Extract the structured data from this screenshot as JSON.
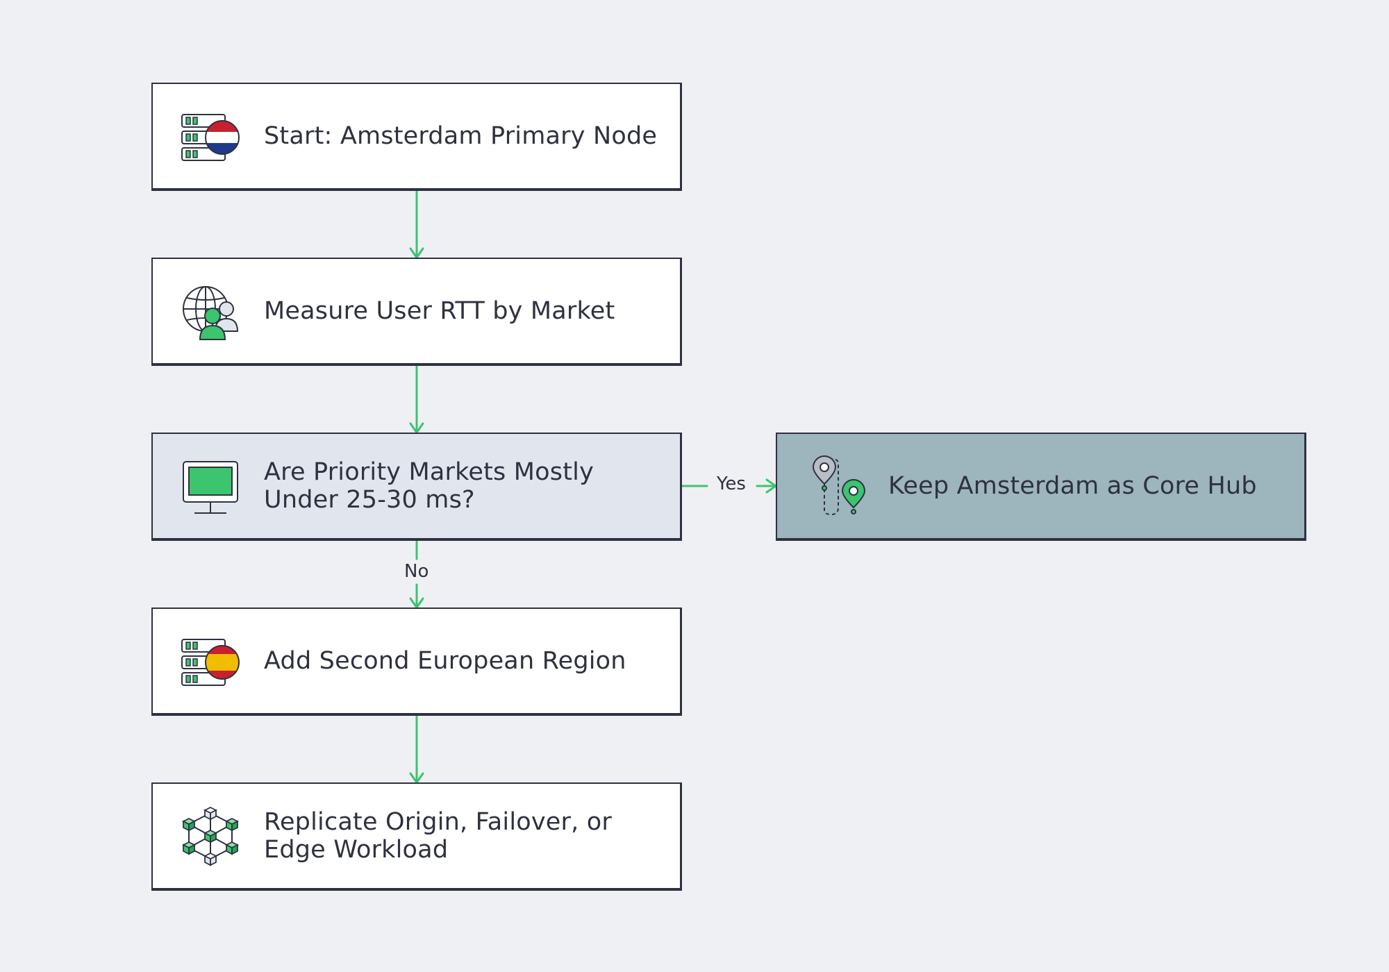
{
  "nodes": {
    "start": {
      "label": "Start: Amsterdam Primary Node",
      "icon": "server-netherlands-flag-icon"
    },
    "measure": {
      "label": "Measure User RTT by Market",
      "icon": "globe-users-icon"
    },
    "decision": {
      "label": "Are Priority Markets Mostly Under 25-30 ms?",
      "icon": "monitor-icon"
    },
    "keep": {
      "label": "Keep Amsterdam as Core Hub",
      "icon": "route-pins-icon"
    },
    "add_region": {
      "label": "Add Second European Region",
      "icon": "server-spain-flag-icon"
    },
    "replicate": {
      "label": "Replicate Origin, Failover, or Edge Workload",
      "icon": "cube-network-icon"
    }
  },
  "edges": {
    "yes_label": "Yes",
    "no_label": "No"
  },
  "colors": {
    "background": "#eff0f4",
    "node_fill": "#ffffff",
    "decision_fill": "#e1e6ee",
    "outcome_fill": "#9db5bc",
    "border": "#2f3140",
    "accent_green": "#3cc46e",
    "flag_red": "#c8202f",
    "flag_blue": "#1f3a8a",
    "flag_yellow": "#f1bd00"
  }
}
